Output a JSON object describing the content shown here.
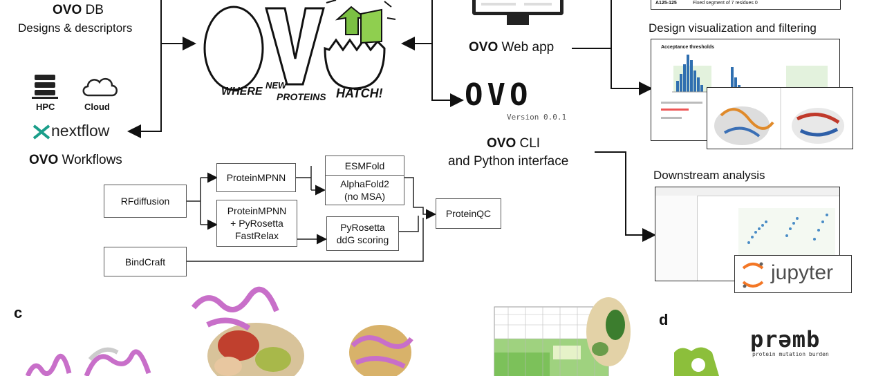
{
  "db": {
    "brand": "OVO",
    "suffix": " DB",
    "subtitle": "Designs & descriptors",
    "hpc_label": "HPC",
    "cloud_label": "Cloud",
    "nextflow_label": "nextflow",
    "workflows_brand": "OVO",
    "workflows_suffix": " Workflows"
  },
  "logo": {
    "letters": "OV",
    "tagline_1": "WHERE",
    "tagline_2": "NEW",
    "tagline_3": "PROTEINS",
    "tagline_4": "HATCH!"
  },
  "webapp": {
    "brand": "OVO",
    "suffix": " Web app"
  },
  "cli": {
    "logo_text": "OVO",
    "version": "Version 0.0.1",
    "brand": "OVO",
    "suffix": " CLI",
    "line2": "and Python interface"
  },
  "right": {
    "top_panel_snippet_1": "A125-125",
    "top_panel_snippet_2": "Fixed segment of 7 residues 0",
    "design_viz_title": "Design visualization and filtering",
    "acceptance_title": "Acceptance thresholds",
    "downstream_title": "Downstream analysis",
    "jupyter_label": "jupyter"
  },
  "workflow": {
    "rfdiffusion": "RFdiffusion",
    "proteinmpnn": "ProteinMPNN",
    "proteinmpnn_relax": [
      "ProteinMPNN",
      "+ PyRosetta",
      "FastRelax"
    ],
    "esmfold": "ESMFold",
    "alphafold": [
      "AlphaFold2",
      "(no MSA)"
    ],
    "pyrosetta": [
      "PyRosetta",
      "ddG scoring"
    ],
    "proteinqc": "ProteinQC",
    "bindcraft": "BindCraft"
  },
  "sections": {
    "c": "c",
    "d": "d"
  },
  "bottom": {
    "promb_label": "prəmb",
    "promb_sub": "protein mutation burden"
  }
}
